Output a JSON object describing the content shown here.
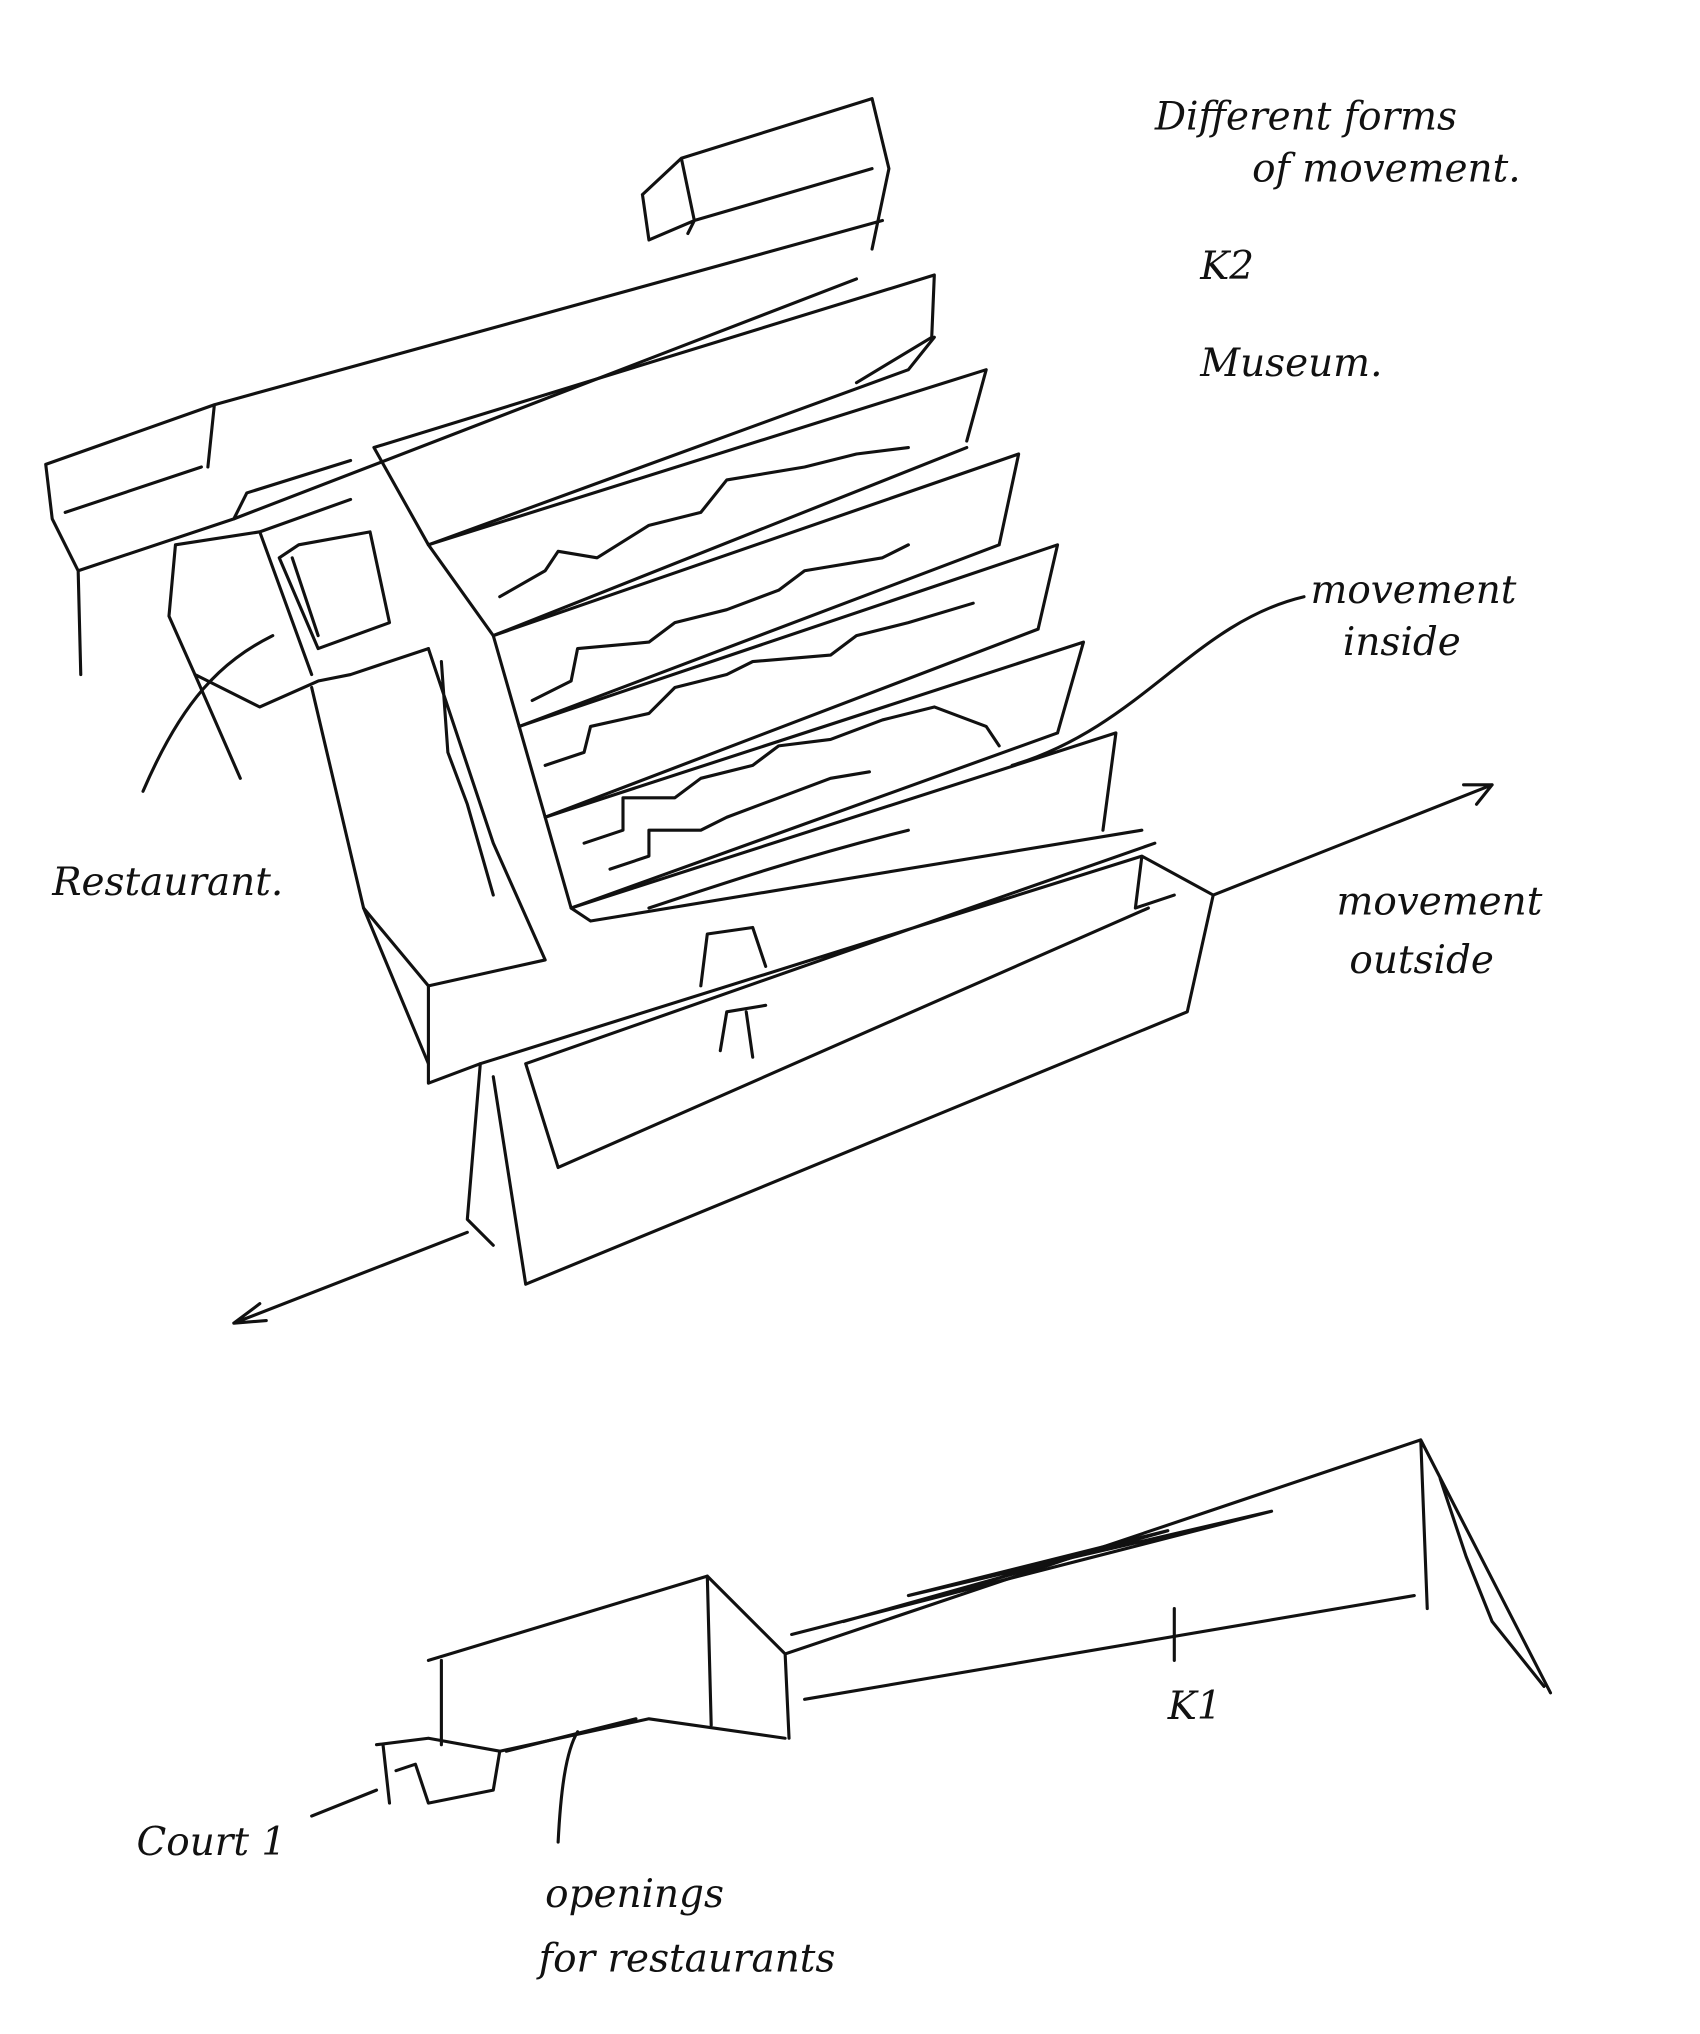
{
  "annotations": {
    "title_line1": "Different forms",
    "title_line2": "of movement.",
    "k2": "K2",
    "museum": "Museum.",
    "movement_inside_1": "movement",
    "movement_inside_2": "inside",
    "movement_outside_1": "movement",
    "movement_outside_2": "outside",
    "restaurant": "Restaurant.",
    "court": "Court 1",
    "openings_1": "openings",
    "openings_2": "for restaurants",
    "k1": "K1"
  }
}
